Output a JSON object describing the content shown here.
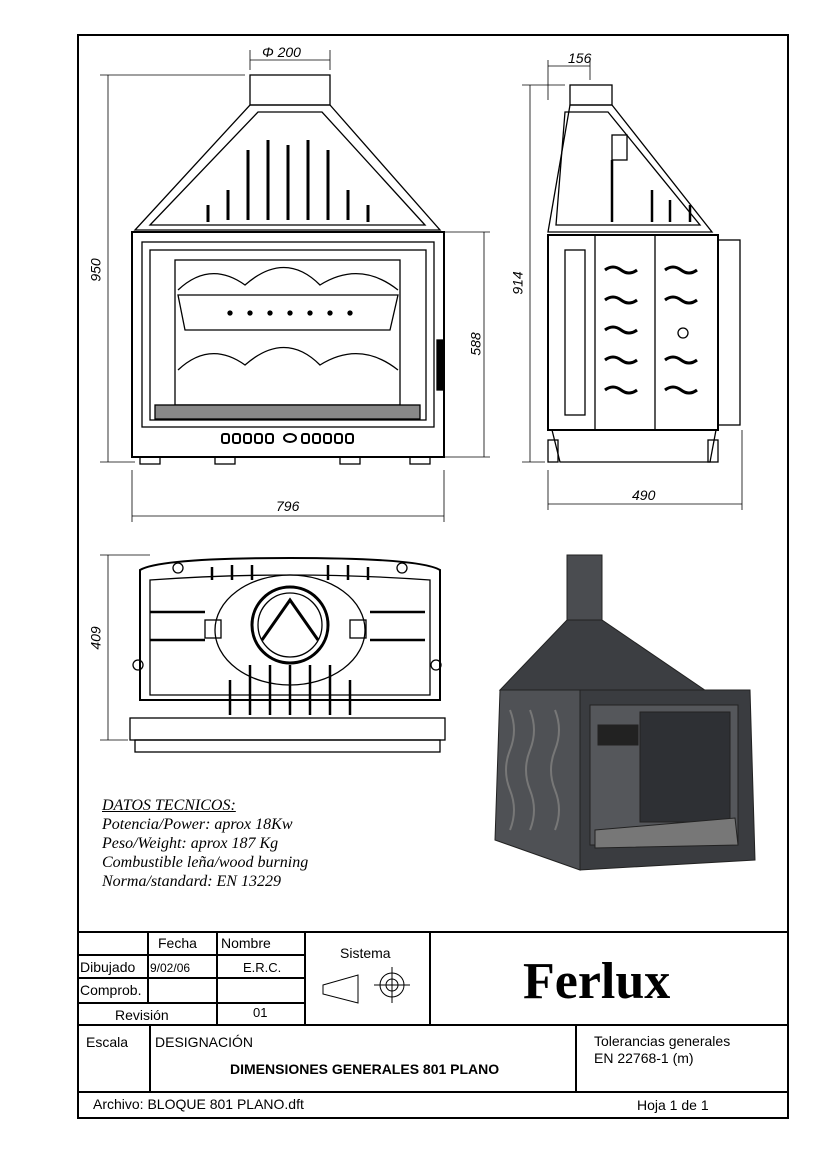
{
  "dimensions": {
    "flue_diameter": "Φ 200",
    "side_depth_top": "156",
    "height_front": "950",
    "height_side": "914",
    "opening_height": "588",
    "width_front": "796",
    "depth_side": "490",
    "depth_top_view": "409"
  },
  "technical_data": {
    "heading": "DATOS TECNICOS:",
    "lines": [
      "Potencia/Power: aprox 18Kw",
      "Peso/Weight: aprox 187 Kg",
      "Combustible leña/wood burning",
      "Norma/standard: EN 13229"
    ]
  },
  "title_block": {
    "fecha_label": "Fecha",
    "nombre_label": "Nombre",
    "dibujado_label": "Dibujado",
    "dibujado_fecha": "9/02/06",
    "dibujado_nombre": "E.R.C.",
    "comprob_label": "Comprob.",
    "revision_label": "Revisión",
    "revision_value": "01",
    "sistema_label": "Sistema",
    "company": "Ferlux",
    "escala_label": "Escala",
    "designacion_label": "DESIGNACIÓN",
    "designacion_value": "DIMENSIONES GENERALES 801 PLANO",
    "tolerancias_label": "Tolerancias generales",
    "tolerancias_value": "EN 22768-1 (m)",
    "archivo": "Archivo: BLOQUE 801 PLANO.dft",
    "hoja": "Hoja 1 de 1"
  }
}
